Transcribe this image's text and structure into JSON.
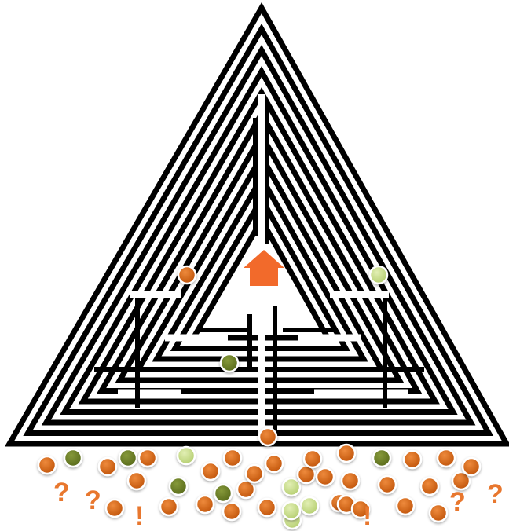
{
  "colors": {
    "maze": "#000000",
    "background": "#ffffff",
    "home": "#F26A2B",
    "dot_orange": "#D2600F",
    "dot_olive": "#6B7F24",
    "dot_light": "#C9DE8C",
    "punctuation": "#E8772E"
  },
  "maze": {
    "shape": "triangle",
    "center_icon": "house-icon",
    "entrance_marker": "orange"
  },
  "crowd_marks": [
    "?",
    "?",
    "!",
    "!",
    "?",
    "?"
  ],
  "dots_in_maze": [
    "orange",
    "light",
    "olive",
    "orange"
  ],
  "crowd_dots": [
    "orange",
    "olive",
    "orange",
    "olive",
    "orange",
    "orange",
    "light",
    "orange",
    "orange",
    "orange",
    "orange",
    "orange",
    "olive",
    "orange",
    "orange",
    "olive",
    "orange",
    "light",
    "orange",
    "light",
    "orange",
    "orange",
    "orange",
    "orange",
    "light",
    "olive",
    "orange",
    "orange",
    "orange",
    "light",
    "orange",
    "orange",
    "orange",
    "orange",
    "orange",
    "orange",
    "orange",
    "orange",
    "orange",
    "light",
    "orange"
  ]
}
